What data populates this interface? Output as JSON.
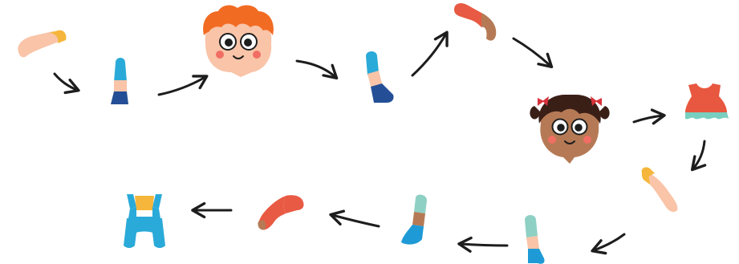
{
  "sequence": [
    {
      "step": 1,
      "item": "arm-icon",
      "skin": "light",
      "sleeve": "yellow"
    },
    {
      "step": 2,
      "item": "leg-icon",
      "sock": "blue",
      "stripe": "skin",
      "shoe": "navy"
    },
    {
      "step": 3,
      "item": "boy-face-icon",
      "hair": "orange"
    },
    {
      "step": 4,
      "item": "leg-icon",
      "sock": "blue",
      "stripe": "skin",
      "shoe": "navy"
    },
    {
      "step": 5,
      "item": "arm-icon",
      "skin": "dark",
      "sleeve": "red"
    },
    {
      "step": 6,
      "item": "girl-face-icon",
      "hair": "dark-brown"
    },
    {
      "step": 7,
      "item": "dress-icon",
      "top": "red",
      "bottom": "teal"
    },
    {
      "step": 8,
      "item": "arm-icon",
      "skin": "light",
      "sleeve": "yellow"
    },
    {
      "step": 9,
      "item": "leg-icon",
      "sock": "mint",
      "stripe": "skin",
      "shoe": "blue"
    },
    {
      "step": 10,
      "item": "leg-icon",
      "sock": "mint",
      "stripe": "dark",
      "shoe": "blue"
    },
    {
      "step": 11,
      "item": "arm-icon",
      "skin": "dark",
      "sleeve": "red"
    },
    {
      "step": 12,
      "item": "overalls-icon",
      "top": "yellow",
      "bottom": "blue"
    }
  ],
  "colors": {
    "skin_light": "#f9c4a8",
    "skin_dark": "#b57a55",
    "sleeve_yellow": "#f5b63b",
    "sleeve_red": "#e85a43",
    "sock_blue": "#2aaad8",
    "sock_mint": "#8fd0c4",
    "shoe_navy": "#244f96",
    "shoe_blue": "#1e9ad6",
    "hair_orange": "#f26b22",
    "hair_brown": "#3a1f17",
    "bow_red": "#d8323a",
    "cheek": "#f06e63",
    "dress_red": "#e8573f",
    "dress_teal": "#78cfc0",
    "overall_yellow": "#f5b63b",
    "overall_blue": "#2aaad8",
    "outline": "#1d1d1d",
    "arrow": "#1d1d1d"
  }
}
